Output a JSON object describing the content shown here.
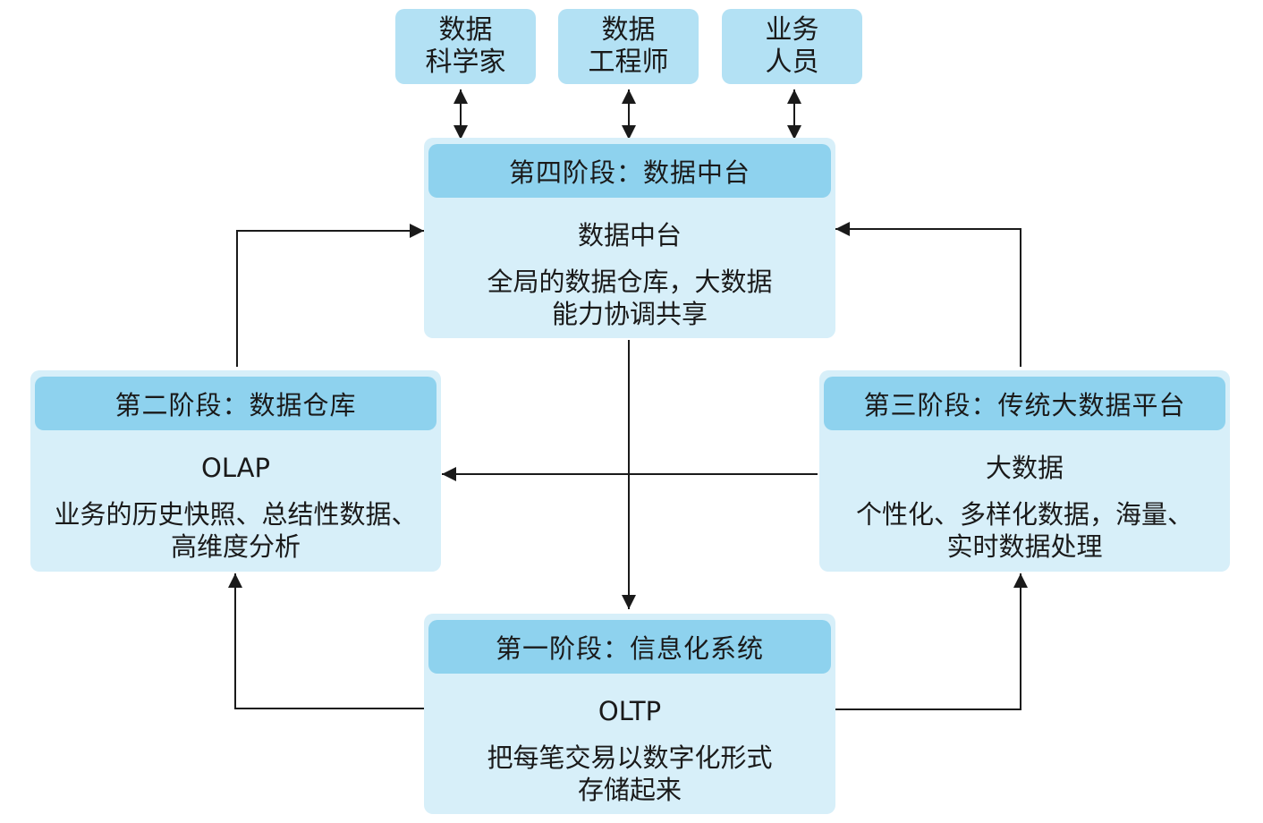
{
  "roles": [
    {
      "line1": "数据",
      "line2": "科学家"
    },
    {
      "line1": "数据",
      "line2": "工程师"
    },
    {
      "line1": "业务",
      "line2": "人员"
    }
  ],
  "stages": {
    "stage4": {
      "title": "第四阶段：数据中台",
      "subtitle": "数据中台",
      "desc_line1": "全局的数据仓库，大数据",
      "desc_line2": "能力协调共享"
    },
    "stage2": {
      "title": "第二阶段：数据仓库",
      "subtitle": "OLAP",
      "desc_line1": "业务的历史快照、总结性数据、",
      "desc_line2": "高维度分析"
    },
    "stage3": {
      "title": "第三阶段：传统大数据平台",
      "subtitle": "大数据",
      "desc_line1": "个性化、多样化数据，海量、",
      "desc_line2": "实时数据处理"
    },
    "stage1": {
      "title": "第一阶段：信息化系统",
      "subtitle": "OLTP",
      "desc_line1": "把每笔交易以数字化形式",
      "desc_line2": "存储起来"
    }
  },
  "colors": {
    "header": "#8ed2ee",
    "panel": "#d7eff9",
    "role": "#b3e1f4",
    "arrow": "#1a1a1a"
  }
}
